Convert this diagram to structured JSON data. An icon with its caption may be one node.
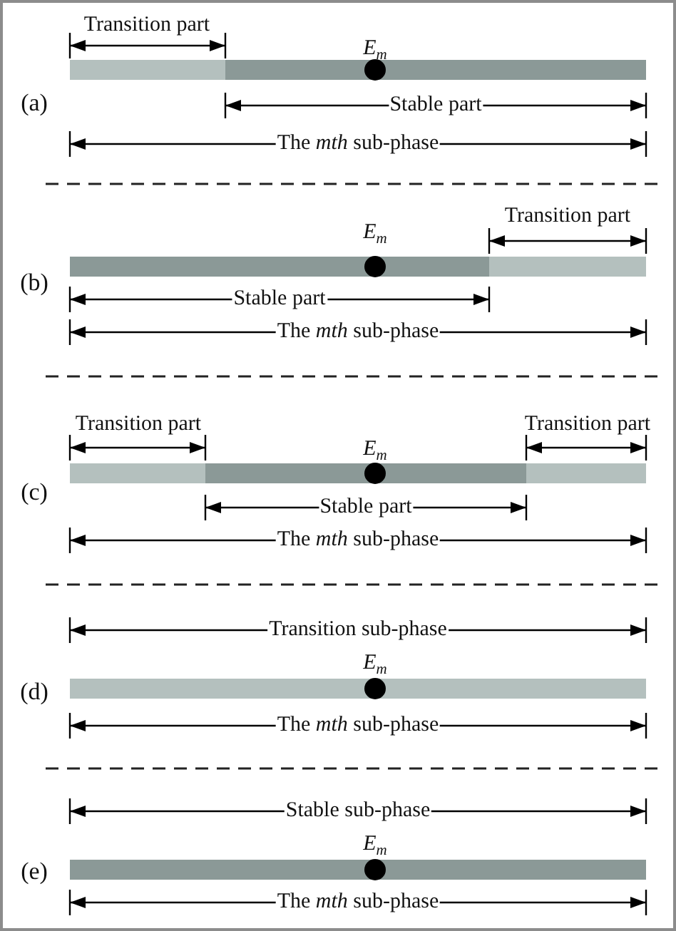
{
  "diagram": {
    "labels": [
      "Transition part",
      "E$_{m}$",
      "(a)",
      "Stable part",
      "The *mth* sub-phase",
      "E$_{m}$",
      "Transition part",
      "(b)",
      "Stable part",
      "The *mth* sub-phase",
      "Transition part",
      "Transition part",
      "E$_{m}$",
      "(c)",
      "Stable part",
      "The *mth* sub-phase",
      "Transition sub-phase",
      "E$_{m}$",
      "(d)",
      "The *mth* sub-phase",
      "Stable sub-phase",
      "E$_{m}$",
      "(e)",
      "The *mth* sub-phase"
    ]
  }
}
